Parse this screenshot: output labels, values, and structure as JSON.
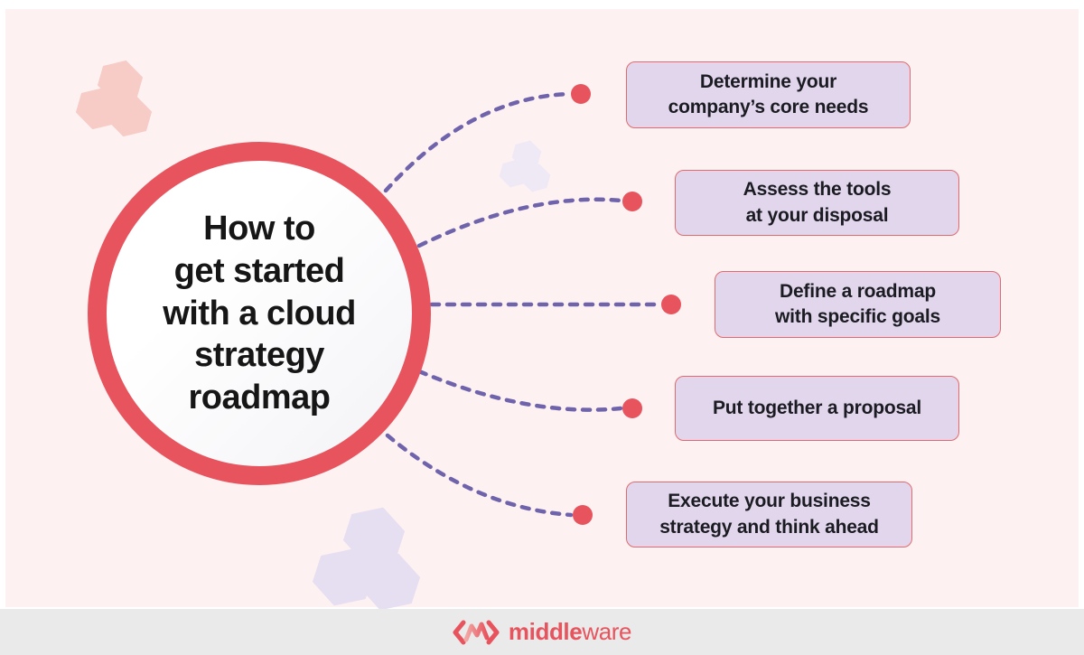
{
  "title": "How to\nget started\nwith a cloud\nstrategy\nroadmap",
  "steps": [
    {
      "label": "Determine your\ncompany’s core needs"
    },
    {
      "label": "Assess the tools\nat your disposal"
    },
    {
      "label": "Define a roadmap\nwith specific goals"
    },
    {
      "label": "Put together a proposal"
    },
    {
      "label": "Execute your business\nstrategy and think ahead"
    }
  ],
  "brand": {
    "name_bold": "middle",
    "name_light": "ware"
  },
  "colors": {
    "accent_red": "#E8545E",
    "connector_purple": "#6F63AC",
    "box_fill": "#E2D6ED",
    "box_border": "#E26A6E",
    "bg_pink": "#FDF1F1",
    "footer_gray": "#E9EAE9",
    "hex_salmon": "#F7CBC6",
    "hex_purple": "#E6DEF1",
    "hex_purple_light": "#EFE9F6",
    "text_dark": "#1B1B22"
  }
}
